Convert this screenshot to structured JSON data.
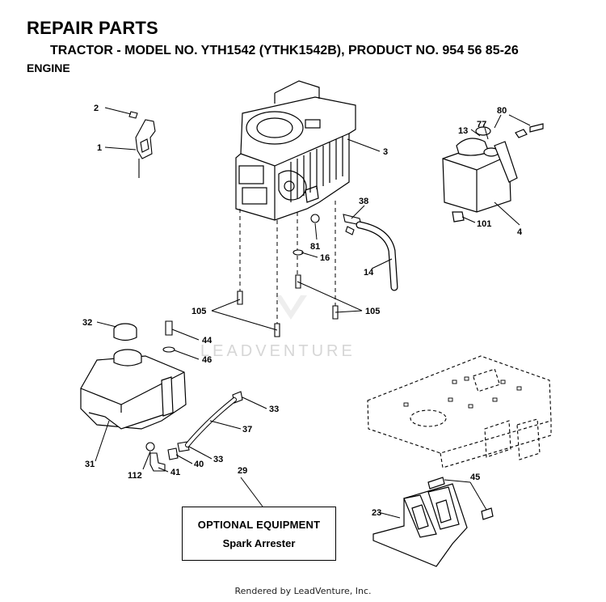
{
  "header": {
    "title": "REPAIR PARTS",
    "subtitle": "TRACTOR - MODEL NO. YTH1542 (YTHK1542B), PRODUCT NO. 954 56 85-26",
    "section": "ENGINE"
  },
  "watermark": "LEADVENTURE",
  "optional_box": {
    "title": "OPTIONAL EQUIPMENT",
    "item": "Spark Arrester"
  },
  "footer": "Rendered by LeadVenture, Inc.",
  "callouts": [
    "2",
    "1",
    "3",
    "80",
    "77",
    "13",
    "101",
    "4",
    "38",
    "81",
    "16",
    "14",
    "105",
    "105",
    "32",
    "44",
    "46",
    "33",
    "37",
    "31",
    "33",
    "40",
    "112",
    "41",
    "29",
    "45",
    "23"
  ]
}
